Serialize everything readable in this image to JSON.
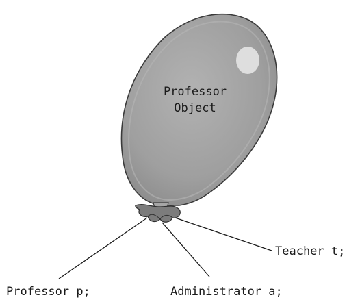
{
  "balloon": {
    "title_line1": "Professor",
    "title_line2": "Object",
    "fill_color": "#9e9e9e",
    "highlight_color": "#dedede",
    "knot_color": "#7c7c7c"
  },
  "references": [
    {
      "label": "Professor p;"
    },
    {
      "label": "Administrator a;"
    },
    {
      "label": "Teacher t;"
    }
  ]
}
